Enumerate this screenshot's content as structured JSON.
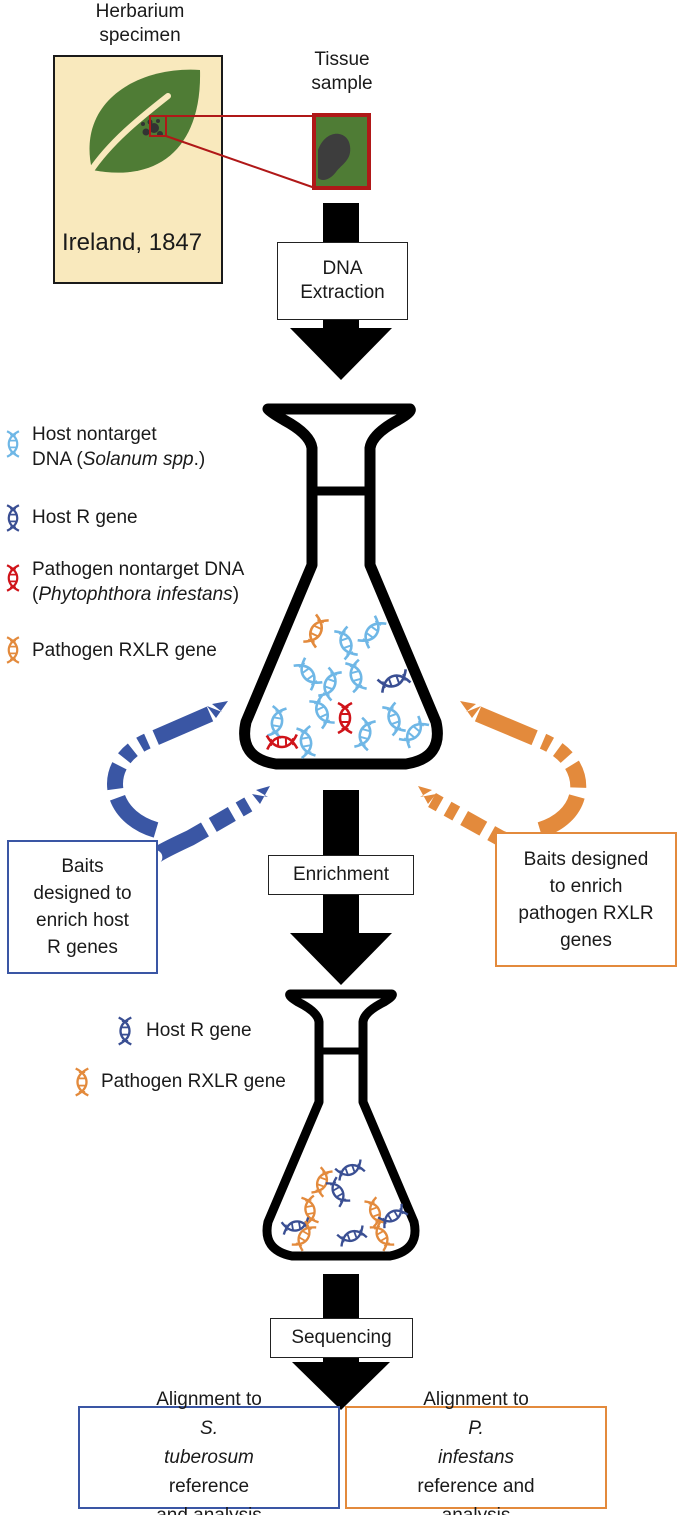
{
  "specimen": {
    "title_line1": "Herbarium",
    "title_line2": "specimen",
    "origin": "Ireland, 1847"
  },
  "tissue": {
    "title_line1": "Tissue",
    "title_line2": "sample"
  },
  "steps": {
    "extraction_line1": "DNA",
    "extraction_line2": "Extraction",
    "enrichment": "Enrichment",
    "sequencing": "Sequencing"
  },
  "legend_initial": [
    {
      "icon": "dna-icon",
      "color": "#6fb7e6",
      "line1": "Host nontarget",
      "line2_pre": "DNA (",
      "line2_ital": "Solanum spp",
      "line2_post": ".)"
    },
    {
      "icon": "dna-icon",
      "color": "#3a4f93",
      "line1": "Host R gene"
    },
    {
      "icon": "dna-icon",
      "color": "#d0141a",
      "line1": "Pathogen nontarget DNA",
      "line2_pre": "(",
      "line2_ital": "Phytophthora infestans",
      "line2_post": ")"
    },
    {
      "icon": "dna-icon",
      "color": "#e38a3c",
      "line1": "Pathogen RXLR gene"
    }
  ],
  "legend_enriched": [
    {
      "icon": "dna-icon",
      "color": "#3a4f93",
      "label": "Host R gene"
    },
    {
      "icon": "dna-icon",
      "color": "#e38a3c",
      "label": "Pathogen RXLR gene"
    }
  ],
  "baits": {
    "host": {
      "line1": "Baits",
      "line2": "designed to",
      "line3": "enrich host",
      "line4": "R genes",
      "color": "#3a56a4"
    },
    "pathogen": {
      "line1": "Baits designed",
      "line2": "to enrich",
      "line3": "pathogen RXLR",
      "line4": "genes",
      "color": "#e38a3c"
    }
  },
  "alignment": {
    "host": {
      "line1_pre": "Alignment to ",
      "line1_ital": "S.",
      "line2_ital": "tuberosum",
      "line2_post": " reference",
      "line3": "and analysis",
      "color": "#3a56a4"
    },
    "pathogen": {
      "line1_pre": "Alignment to ",
      "line1_ital": "P.",
      "line2_ital": "infestans",
      "line2_post": " reference and",
      "line3": "analysis",
      "color": "#e38a3c"
    }
  },
  "colors": {
    "parchment": "#f9e9bd",
    "leaf": "#4f7c35",
    "host_dna": "#6fb7e6",
    "host_r": "#3a4f93",
    "pathogen_dna": "#d0141a",
    "pathogen_rxlr": "#e38a3c",
    "lesion_box": "#b01818"
  }
}
